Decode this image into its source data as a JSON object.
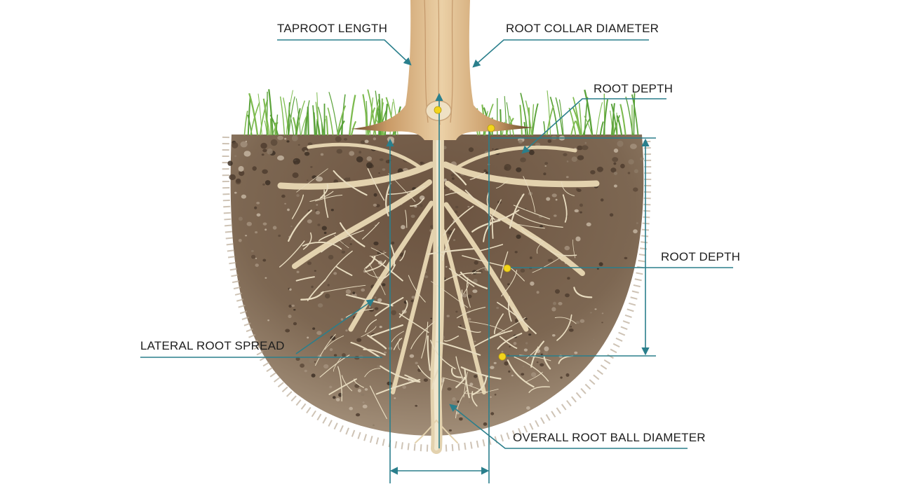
{
  "labels": {
    "taproot_length": "TAPROOT LENGTH",
    "root_collar_diameter": "ROOT COLLAR DIAMETER",
    "root_depth_top": "ROOT DEPTH",
    "root_depth_side": "ROOT DEPTH",
    "lateral_root_spread": "LATERAL ROOT SPREAD",
    "overall_root_ball_diameter": "OVERALL ROOT BALL DIAMETER"
  },
  "colors": {
    "leader_line": "#2a7f8c",
    "marker_dot": "#f2d51c",
    "soil": "#7a6450",
    "trunk": "#d7b48a",
    "roots": "#e6d6b4",
    "grass": "#5aa23a"
  }
}
